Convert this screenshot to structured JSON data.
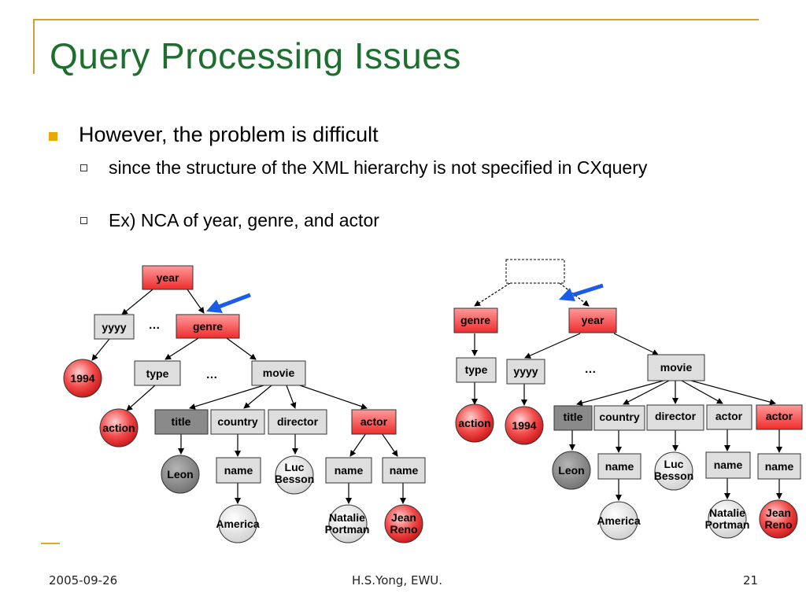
{
  "slide": {
    "title": "Query Processing Issues",
    "bullet": "However, the problem is difficult",
    "subbullets": [
      "since the structure of the XML hierarchy is not specified in CXquery",
      "Ex) NCA of year, genre, and actor"
    ]
  },
  "tree_left": {
    "year": "year",
    "yyyy": "yyyy",
    "ellipsis1": "…",
    "genre": "genre",
    "n1994": "1994",
    "type": "type",
    "ellipsis2": "…",
    "movie": "movie",
    "action": "action",
    "title": "title",
    "country": "country",
    "director": "director",
    "actor": "actor",
    "leon": "Leon",
    "name_country": "name",
    "luc1": "Luc",
    "luc2": "Besson",
    "name_actor1": "name",
    "name_actor2": "name",
    "america": "America",
    "natalie1": "Natalie",
    "natalie2": "Portman",
    "jean1": "Jean",
    "jean2": "Reno"
  },
  "tree_right": {
    "genre": "genre",
    "year": "year",
    "action": "action",
    "type": "type",
    "yyyy": "yyyy",
    "n1994": "1994",
    "ellipsis": "…",
    "movie": "movie",
    "title": "title",
    "country": "country",
    "director": "director",
    "actor1": "actor",
    "actor2": "actor",
    "leon": "Leon",
    "name_country": "name",
    "luc1": "Luc",
    "luc2": "Besson",
    "name_actor1": "name",
    "name_actor2": "name",
    "america": "America",
    "natalie1": "Natalie",
    "natalie2": "Portman",
    "jean1": "Jean",
    "jean2": "Reno"
  },
  "footer": {
    "date": "2005-09-26",
    "author": "H.S.Yong, EWU.",
    "page": "21"
  },
  "colors": {
    "title": "#1e6e2f",
    "highlight": "#ee2d2d",
    "plain": "#d9d9d9",
    "dark": "#8a8a8a",
    "arrow": "#1a5ce6",
    "frame": "#c9a338"
  }
}
